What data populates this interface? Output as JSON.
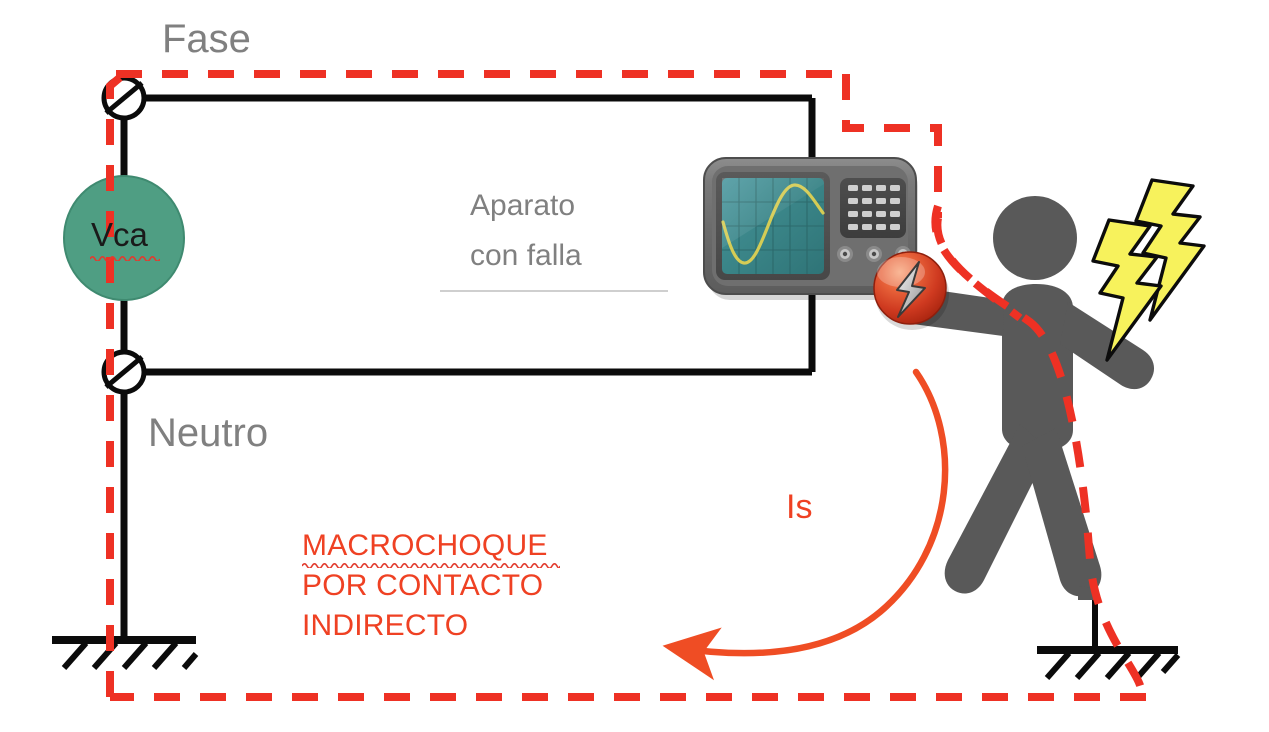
{
  "diagram": {
    "title": "Macrochoque por contacto indirecto",
    "language": "es"
  },
  "labels": {
    "phase": "Fase",
    "neutral": "Neutro",
    "source": "Vca",
    "apparatus_line1": "Aparato",
    "apparatus_line2": "con falla",
    "shock_current": "Is",
    "warning_line1": "MACROCHOQUE",
    "warning_line2": "POR CONTACTO",
    "warning_line3": "INDIRECTO"
  },
  "colors": {
    "fault_path": "#ee3124",
    "wire": "#000000",
    "source_fill": "#4f9e83",
    "source_stroke": "#3f8a70",
    "person": "#595959",
    "label_gray": "#808080",
    "warning_text": "#ef4123",
    "current_arrow": "#ef4d24",
    "lightning_fill": "#f7f25c",
    "lightning_stroke": "#000000",
    "scope_body": "#6e6e6e",
    "scope_screen": "#3d8a8b",
    "scope_trace": "#d5cc55",
    "shock_ball": "#e8502a",
    "background": "#ffffff"
  },
  "icons": {
    "terminal_phase": "terminal-screw-icon",
    "terminal_neutral": "terminal-screw-icon",
    "ground_source": "ground-symbol-icon",
    "ground_person": "ground-symbol-icon",
    "scope": "oscilloscope-icon",
    "shock": "electric-shock-ball-icon",
    "bolt_a": "lightning-bolt-icon",
    "bolt_b": "lightning-bolt-icon",
    "person": "stick-figure-person-icon",
    "current_arrow": "curved-arrow-icon"
  },
  "chart_data": {
    "type": "line",
    "title": "Oscilloscope waveform",
    "series": [
      {
        "name": "AC waveform",
        "description": "single-cycle sine trace on oscilloscope screen"
      }
    ],
    "grid": true
  }
}
